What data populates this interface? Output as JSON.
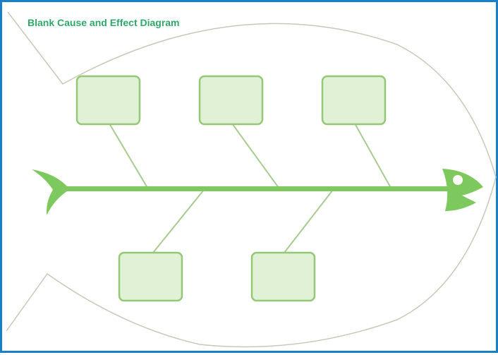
{
  "title": "Blank Cause and Effect Diagram",
  "colors": {
    "frame": "#1a7fc9",
    "title": "#2ea86a",
    "spine": "#7dc95e",
    "box_fill": "#e0f1d6",
    "box_border": "#94c776",
    "bone": "#a9ca8f",
    "outline": "#c8c8b8"
  },
  "cause_boxes": [
    {
      "id": "top-1",
      "label": ""
    },
    {
      "id": "top-2",
      "label": ""
    },
    {
      "id": "top-3",
      "label": ""
    },
    {
      "id": "bottom-1",
      "label": ""
    },
    {
      "id": "bottom-2",
      "label": ""
    }
  ],
  "icons": {
    "head": "fish-head-icon",
    "tail": "fish-tail-icon"
  }
}
